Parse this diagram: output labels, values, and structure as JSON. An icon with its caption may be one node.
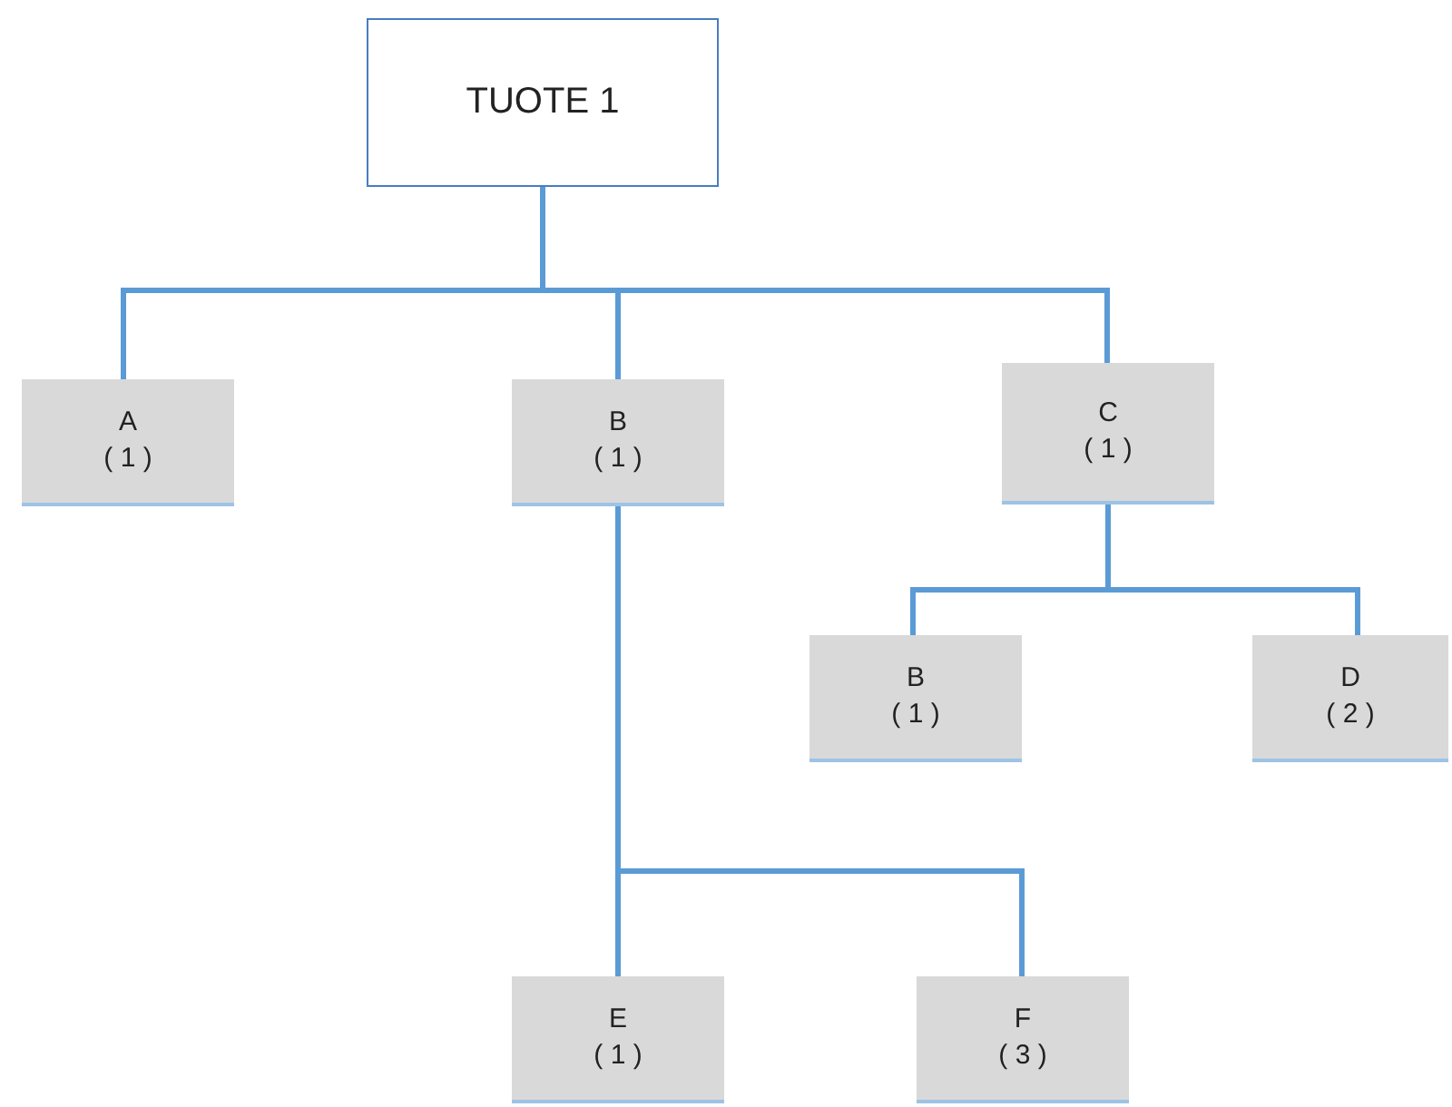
{
  "diagram": {
    "nodes": [
      {
        "text": [
          "TUOTE 1"
        ]
      },
      {
        "text": [
          "A",
          "( 1 )"
        ]
      },
      {
        "text": [
          "B",
          "( 1 )"
        ]
      },
      {
        "text": [
          "C",
          "( 1 )"
        ]
      },
      {
        "text": [
          "B",
          "( 1 )"
        ]
      },
      {
        "text": [
          "D",
          "( 2 )"
        ]
      },
      {
        "text": [
          "E",
          "( 1 )"
        ]
      },
      {
        "text": [
          "F",
          "( 3 )"
        ]
      }
    ],
    "edges": [
      {
        "from": 0,
        "to": 1,
        "arrow": "none"
      },
      {
        "from": 0,
        "to": 2,
        "arrow": "none"
      },
      {
        "from": 0,
        "to": 3,
        "arrow": "none"
      },
      {
        "from": 3,
        "to": 4,
        "arrow": "none"
      },
      {
        "from": 3,
        "to": 5,
        "arrow": "none"
      },
      {
        "from": 2,
        "to": 6,
        "arrow": "none"
      },
      {
        "from": 2,
        "to": 7,
        "arrow": "none"
      }
    ]
  }
}
